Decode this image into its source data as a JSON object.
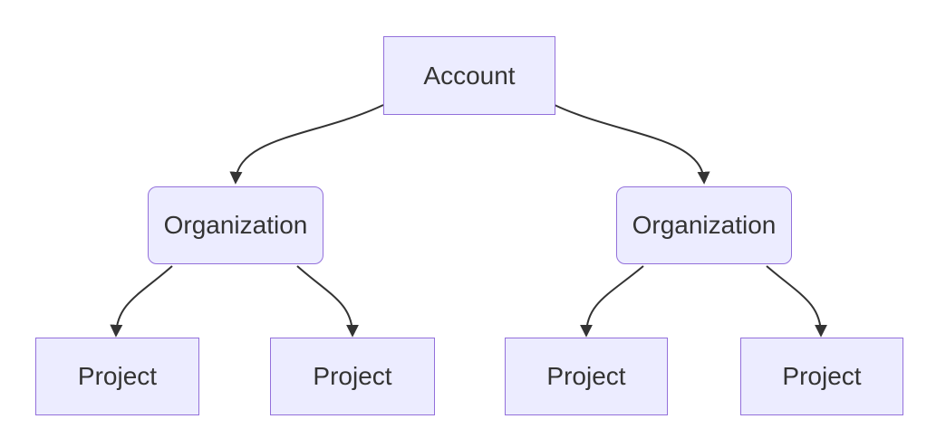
{
  "diagram": {
    "type": "flowchart",
    "direction": "top-down",
    "background": "#FFFFFF",
    "colors": {
      "node_fill": "#ECECFF",
      "node_border": "#9370DB",
      "edge_stroke": "#333333",
      "text": "#333333"
    },
    "nodes": [
      {
        "id": "account",
        "label": "Account",
        "shape": "rectangle"
      },
      {
        "id": "organization-1",
        "label": "Organization",
        "shape": "rounded-rectangle"
      },
      {
        "id": "organization-2",
        "label": "Organization",
        "shape": "rounded-rectangle"
      },
      {
        "id": "project-1",
        "label": "Project",
        "shape": "rectangle"
      },
      {
        "id": "project-2",
        "label": "Project",
        "shape": "rectangle"
      },
      {
        "id": "project-3",
        "label": "Project",
        "shape": "rectangle"
      },
      {
        "id": "project-4",
        "label": "Project",
        "shape": "rectangle"
      }
    ],
    "edges": [
      {
        "from": "account",
        "to": "organization-1",
        "arrow": "filled-triangle"
      },
      {
        "from": "account",
        "to": "organization-2",
        "arrow": "filled-triangle"
      },
      {
        "from": "organization-1",
        "to": "project-1",
        "arrow": "filled-triangle"
      },
      {
        "from": "organization-1",
        "to": "project-2",
        "arrow": "filled-triangle"
      },
      {
        "from": "organization-2",
        "to": "project-3",
        "arrow": "filled-triangle"
      },
      {
        "from": "organization-2",
        "to": "project-4",
        "arrow": "filled-triangle"
      }
    ]
  }
}
